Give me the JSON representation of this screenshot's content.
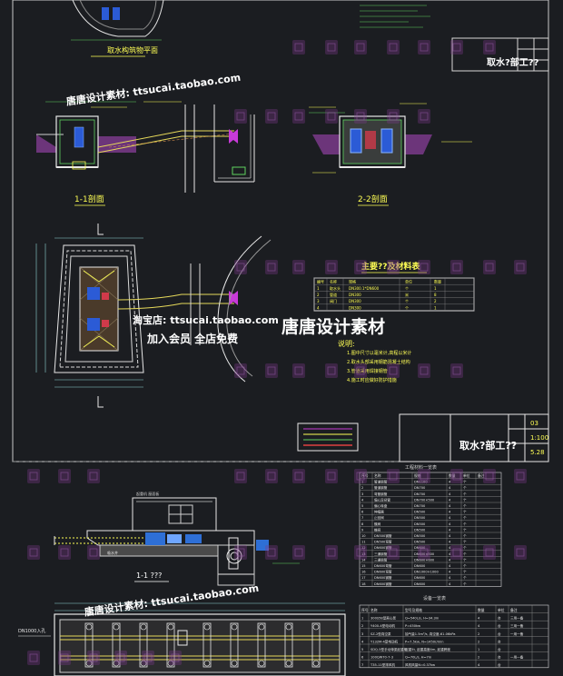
{
  "sheet1": {
    "plan_label": "取水构筑物平面",
    "section1_title": "1-1剖面",
    "section2_title": "2-2剖面",
    "materials_title": "主要??及材料表",
    "materials_rows": [
      [
        "编号",
        "名称",
        "规格",
        "单位",
        "数量"
      ],
      [
        "1",
        "取水头",
        "DN300.1*DN600",
        "个",
        "1"
      ],
      [
        "2",
        "管道",
        "DN300",
        "米",
        "8"
      ],
      [
        "3",
        "阀门",
        "DN300",
        "个",
        "2"
      ],
      [
        "4",
        "",
        "DN300",
        "个",
        "1"
      ]
    ],
    "notes_title": "说明:",
    "notes": [
      "1.图中尺寸以毫米计,高程以米计",
      "2.取水头部采用钢筋混凝土结构",
      "3.管道采用焊接钢管",
      "4.施工时应做好防护措施"
    ],
    "title_block": {
      "name": "取水?部工??",
      "cells": [
        "03",
        "1:100",
        "5.28"
      ]
    }
  },
  "sheet2": {
    "section_title": "1-1 ???",
    "table1_title": "工程材料一览表",
    "table1_header": [
      "序号",
      "名称",
      "规格",
      "数量",
      "单位",
      "备注"
    ],
    "table1_rows": [
      [
        "1",
        "管道钢管",
        "DN1100",
        "4",
        "个",
        ""
      ],
      [
        "2",
        "管道钢管",
        "DN700",
        "4",
        "个",
        ""
      ],
      [
        "3",
        "弯管钢管",
        "DN700",
        "4",
        "个",
        ""
      ],
      [
        "4",
        "偏心异径管",
        "DN700×500",
        "4",
        "个",
        ""
      ],
      [
        "5",
        "偏心转盘",
        "DN700",
        "4",
        "个",
        ""
      ],
      [
        "6",
        "伸缩器",
        "DN500",
        "4",
        "个",
        ""
      ],
      [
        "7",
        "止回阀",
        "DN500",
        "4",
        "个",
        ""
      ],
      [
        "8",
        "蝶阀",
        "DN500",
        "4",
        "个",
        ""
      ],
      [
        "9",
        "蝶阀",
        "DN500",
        "4",
        "个",
        ""
      ],
      [
        "10",
        "DN500钢管",
        "DN500",
        "4",
        "个",
        ""
      ],
      [
        "11",
        "DN500弯管",
        "DN500",
        "4",
        "个",
        ""
      ],
      [
        "12",
        "DN600钢管",
        "DN600",
        "4",
        "个",
        ""
      ],
      [
        "13",
        "三通钢管",
        "DN600×500",
        "4",
        "个",
        ""
      ],
      [
        "14",
        "三通钢管",
        "DN600×600",
        "4",
        "个",
        ""
      ],
      [
        "15",
        "DN600弯管",
        "DN600",
        "4",
        "个",
        ""
      ],
      [
        "16",
        "DN600弯管",
        "DN1000×1000",
        "4",
        "个",
        ""
      ],
      [
        "17",
        "DN600钢管",
        "DN600",
        "4",
        "个",
        ""
      ],
      [
        "18",
        "DN600钢管",
        "DN600",
        "4",
        "个",
        ""
      ]
    ],
    "table2_title": "设备一览表",
    "table2_header": [
      "序号",
      "名称",
      "型号及规格",
      "数量",
      "单位",
      "备注"
    ],
    "table2_rows": [
      [
        "1",
        "300S58型离心泵",
        "Q=540L/s, H=34.3m",
        "4",
        "台",
        "三用一备"
      ],
      [
        "2",
        "Y400-4型电动机",
        "P=450kw",
        "4",
        "台",
        "三用一备"
      ],
      [
        "3",
        "SZ-2型真空泵",
        "抽气量1.5m³/s, 真空度-61.06kPa",
        "2",
        "台",
        "一用一备"
      ],
      [
        "4",
        "Y132M-4型电动机",
        "P=7.5kw, N=1450r/min",
        "2",
        "台",
        ""
      ],
      [
        "5",
        "SDQ-5型手动单梁起重机",
        "起重5t, 起重高度4m, 起重跨度",
        "1",
        "台",
        ""
      ],
      [
        "6",
        "100QW70-7-3",
        "Q=70L/s, H=7m",
        "2",
        "台",
        "一用一备"
      ],
      [
        "7",
        "T35-11型排风机",
        "风机风量N=0.37kw",
        "4",
        "台",
        ""
      ]
    ],
    "dn_label": "DN1000入孔",
    "basement_label": "吸水井"
  },
  "watermarks": {
    "shop_line1": "唐唐设计素材: ttsucai.taobao.com",
    "shop_line2": "唐唐设计素材: ttsucai.taobao.com",
    "center_line1": "淘宝店: ttsucai.taobao.com",
    "center_brand": "唐唐设计素材",
    "center_line2": "加入会员 全店免费"
  }
}
